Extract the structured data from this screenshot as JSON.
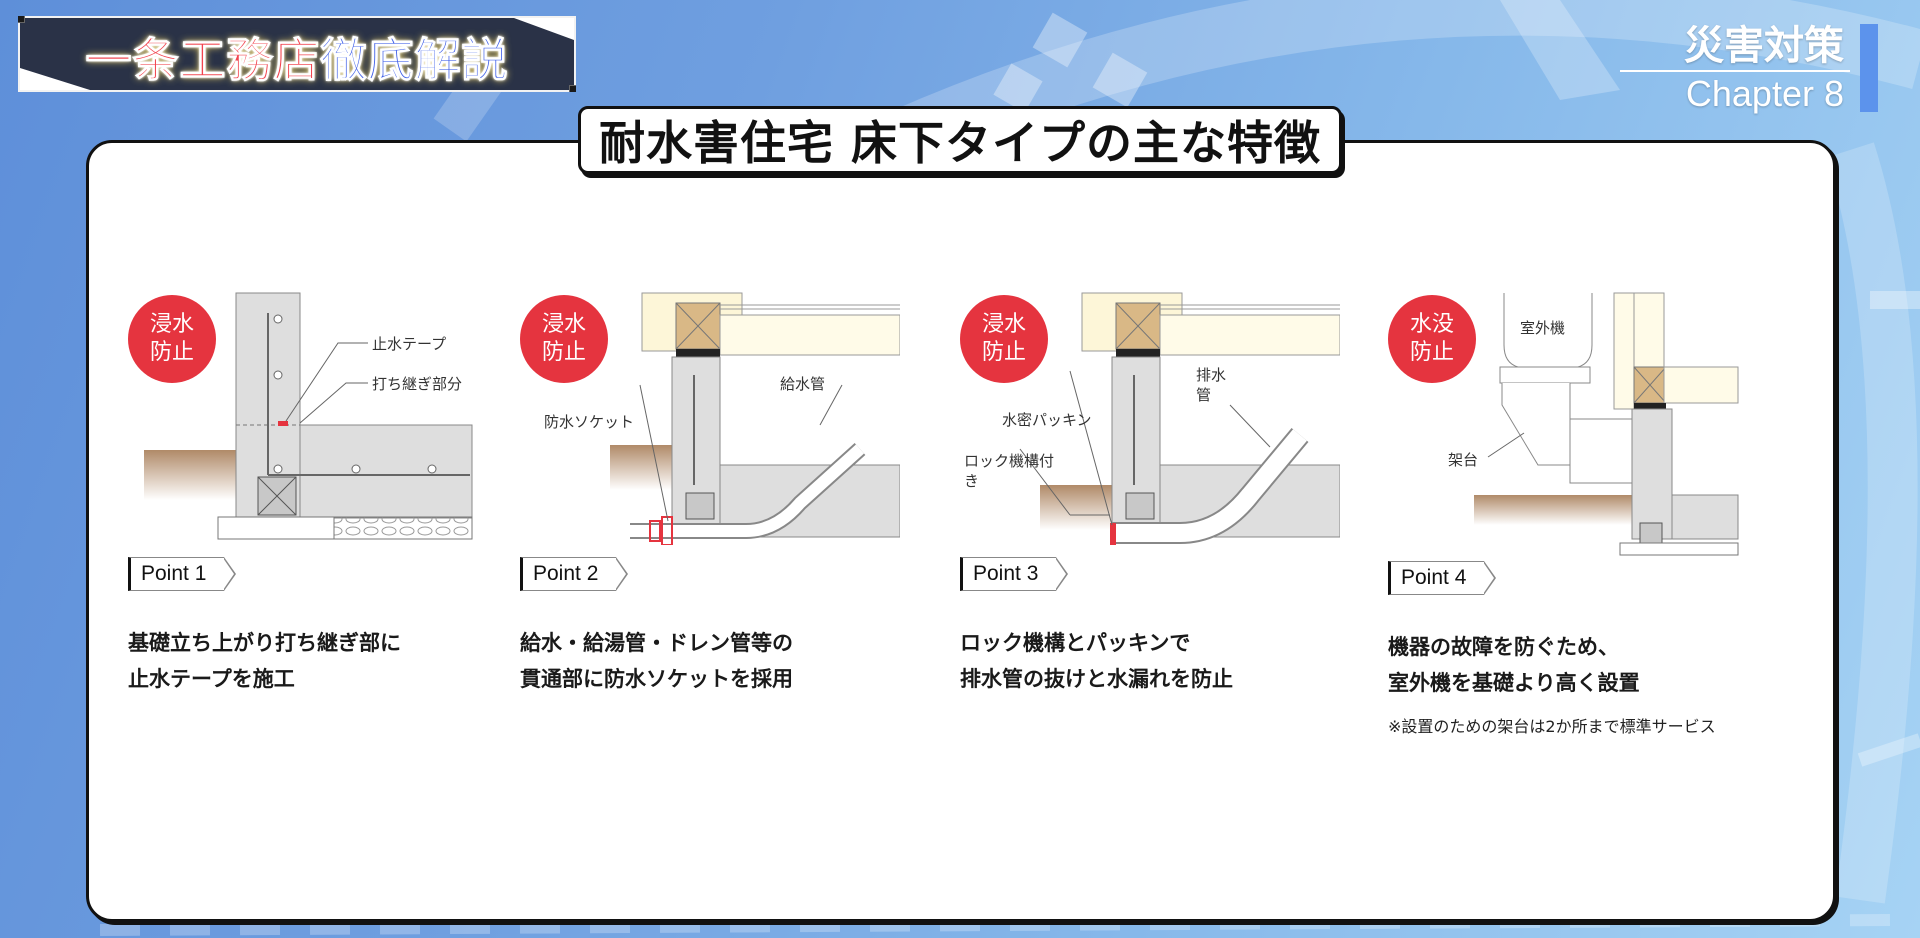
{
  "banner": {
    "title_red": "一条工務店",
    "title_blue": "徹底解説"
  },
  "chapter": {
    "title": "災害対策",
    "subtitle": "Chapter 8"
  },
  "card": {
    "title": "耐水害住宅 床下タイプの主な特徴"
  },
  "points": [
    {
      "badge": [
        "浸水",
        "防止"
      ],
      "label": "Point 1",
      "diagram_labels": [
        "止水テープ",
        "打ち継ぎ部分"
      ],
      "desc": [
        "基礎立ち上がり打ち継ぎ部に",
        "止水テープを施工"
      ]
    },
    {
      "badge": [
        "浸水",
        "防止"
      ],
      "label": "Point 2",
      "diagram_labels": [
        "給水管",
        "防水ソケット"
      ],
      "desc": [
        "給水・給湯管・ドレン管等の",
        "貫通部に防水ソケットを採用"
      ]
    },
    {
      "badge": [
        "浸水",
        "防止"
      ],
      "label": "Point 3",
      "diagram_labels": [
        "排水",
        "管",
        "水密パッキン",
        "ロック機構付",
        "き"
      ],
      "desc": [
        "ロック機構とパッキンで",
        "排水管の抜けと水漏れを防止"
      ]
    },
    {
      "badge": [
        "水没",
        "防止"
      ],
      "label": "Point 4",
      "diagram_labels": [
        "室外機",
        "架台"
      ],
      "desc": [
        "機器の故障を防ぐため、",
        "室外機を基礎より高く設置"
      ],
      "note": "※設置のための架台は2か所まで標準サービス"
    }
  ],
  "colors": {
    "badge_red": "#e5343f",
    "banner_red": "#f2434e",
    "banner_blue": "#3f5fe8",
    "chapter_bar": "#5c93ec",
    "bg_blue": "#6f9fe0"
  }
}
